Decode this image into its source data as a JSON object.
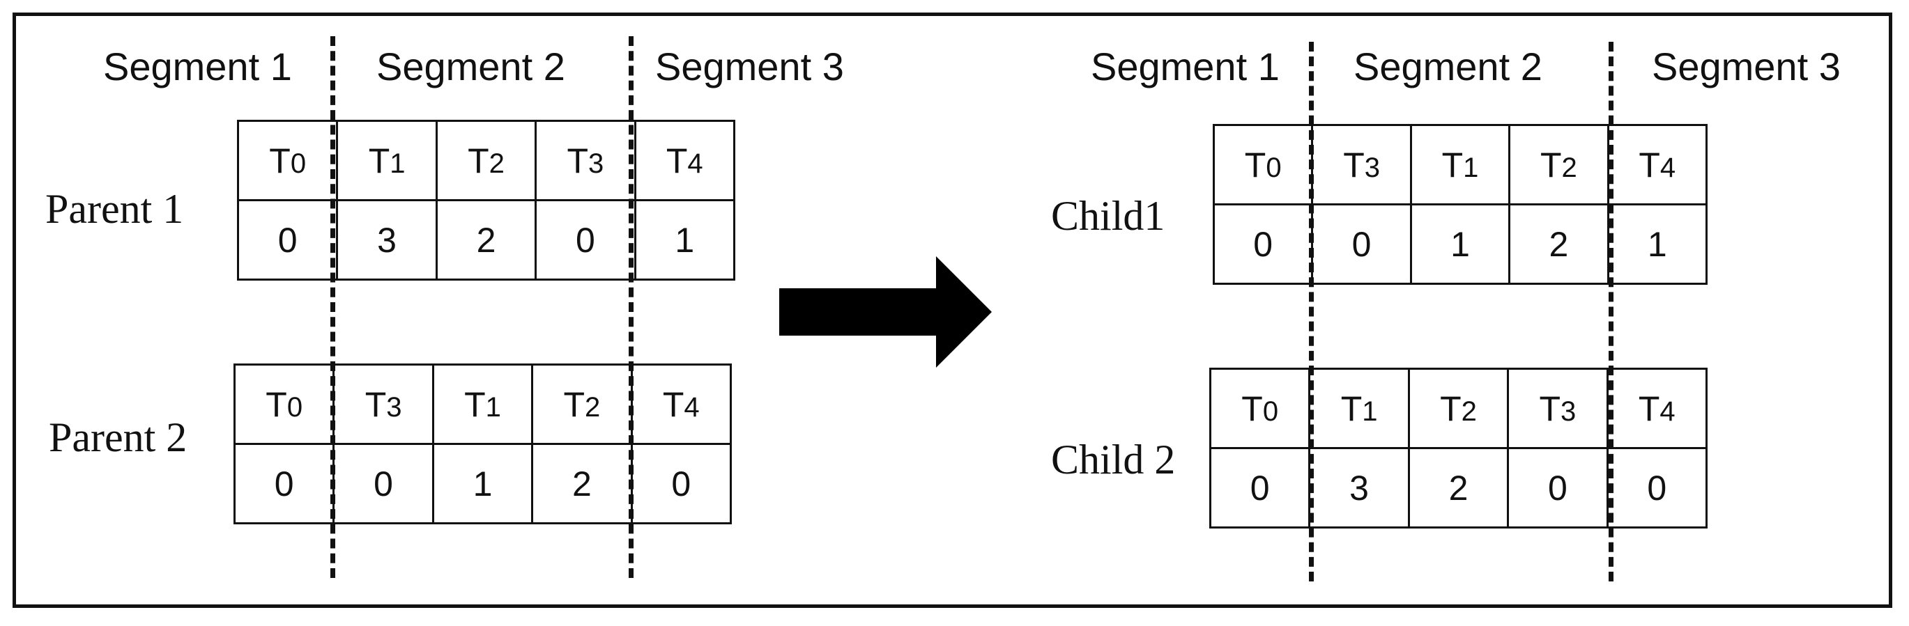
{
  "segments": [
    "Segment 1",
    "Segment 2",
    "Segment 3"
  ],
  "parents": [
    {
      "label": "Parent 1",
      "tasks": [
        {
          "letter": "T",
          "sub": "0"
        },
        {
          "letter": "T",
          "sub": "1"
        },
        {
          "letter": "T",
          "sub": "2"
        },
        {
          "letter": "T",
          "sub": "3"
        },
        {
          "letter": "T",
          "sub": "4"
        }
      ],
      "values": [
        "0",
        "3",
        "2",
        "0",
        "1"
      ]
    },
    {
      "label": "Parent 2",
      "tasks": [
        {
          "letter": "T",
          "sub": "0"
        },
        {
          "letter": "T",
          "sub": "3"
        },
        {
          "letter": "T",
          "sub": "1"
        },
        {
          "letter": "T",
          "sub": "2"
        },
        {
          "letter": "T",
          "sub": "4"
        }
      ],
      "values": [
        "0",
        "0",
        "1",
        "2",
        "0"
      ]
    }
  ],
  "children": [
    {
      "label": "Child1",
      "tasks": [
        {
          "letter": "T",
          "sub": "0"
        },
        {
          "letter": "T",
          "sub": "3"
        },
        {
          "letter": "T",
          "sub": "1"
        },
        {
          "letter": "T",
          "sub": "2"
        },
        {
          "letter": "T",
          "sub": "4"
        }
      ],
      "values": [
        "0",
        "0",
        "1",
        "2",
        "1"
      ]
    },
    {
      "label": "Child 2",
      "tasks": [
        {
          "letter": "T",
          "sub": "0"
        },
        {
          "letter": "T",
          "sub": "1"
        },
        {
          "letter": "T",
          "sub": "2"
        },
        {
          "letter": "T",
          "sub": "3"
        },
        {
          "letter": "T",
          "sub": "4"
        }
      ],
      "values": [
        "0",
        "3",
        "2",
        "0",
        "0"
      ]
    }
  ],
  "icons": {
    "arrow": "right-arrow-icon"
  },
  "colors": {
    "ink": "#111111",
    "background": "#ffffff"
  }
}
